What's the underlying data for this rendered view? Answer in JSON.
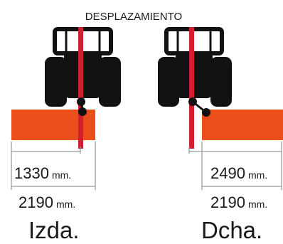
{
  "title": "DESPLAZAMIENTO",
  "left": {
    "inner_value": "1330",
    "inner_unit": "mm.",
    "outer_value": "2190",
    "outer_unit": "mm.",
    "side_label": "Izda."
  },
  "right": {
    "inner_value": "2490",
    "inner_unit": "mm.",
    "outer_value": "2190",
    "outer_unit": "mm.",
    "side_label": "Dcha."
  },
  "colors": {
    "mower": "#e94e1b",
    "pole": "#d11f2e",
    "tractor": "#111111",
    "lines": "#9a9a9a"
  }
}
